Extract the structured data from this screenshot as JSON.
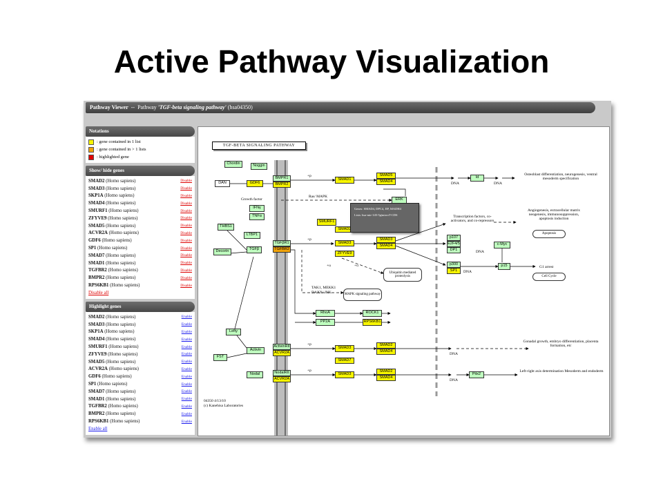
{
  "slide": {
    "title": "Active Pathway Visualization"
  },
  "titlebar": {
    "app_name": "Pathway Viewer",
    "separator": "--",
    "prefix": "Pathway",
    "pathway_name": "'TGF-beta signaling pathway'",
    "pathway_id": "(hsa04350)"
  },
  "notations": {
    "header": "Notations",
    "items": [
      {
        "label": ": gene contained in 1 list",
        "color": "#f7f500"
      },
      {
        "label": ": gene contained in > 1 lists",
        "color": "#f0a30a"
      },
      {
        "label": ": highlighted gene",
        "color": "#e00000"
      }
    ]
  },
  "show_hide": {
    "header": "Show/ hide genes",
    "toggle_label": "Disable",
    "all_label": "Disable all",
    "genes": [
      {
        "symbol": "SMAD2",
        "species": "(Homo sapiens)"
      },
      {
        "symbol": "SMAD3",
        "species": "(Homo sapiens)"
      },
      {
        "symbol": "SKP1A",
        "species": "(Homo sapiens)"
      },
      {
        "symbol": "SMAD4",
        "species": "(Homo sapiens)"
      },
      {
        "symbol": "SMURF1",
        "species": "(Homo sapiens)"
      },
      {
        "symbol": "ZFYVE9",
        "species": "(Homo sapiens)"
      },
      {
        "symbol": "SMAD5",
        "species": "(Homo sapiens)"
      },
      {
        "symbol": "ACVR2A",
        "species": "(Homo sapiens)"
      },
      {
        "symbol": "GDF6",
        "species": "(Homo sapiens)"
      },
      {
        "symbol": "SP1",
        "species": "(Homo sapiens)"
      },
      {
        "symbol": "SMAD7",
        "species": "(Homo sapiens)"
      },
      {
        "symbol": "SMAD1",
        "species": "(Homo sapiens)"
      },
      {
        "symbol": "TGFBR2",
        "species": "(Homo sapiens)"
      },
      {
        "symbol": "BMPR2",
        "species": "(Homo sapiens)"
      },
      {
        "symbol": "RPS6KB1",
        "species": "(Homo sapiens)"
      }
    ]
  },
  "highlight": {
    "header": "Highlight genes",
    "toggle_label": "Enable",
    "all_label": "Enable all",
    "genes": [
      {
        "symbol": "SMAD2",
        "species": "(Homo sapiens)"
      },
      {
        "symbol": "SMAD3",
        "species": "(Homo sapiens)"
      },
      {
        "symbol": "SKP1A",
        "species": "(Homo sapiens)"
      },
      {
        "symbol": "SMAD4",
        "species": "(Homo sapiens)"
      },
      {
        "symbol": "SMURF1",
        "species": "(Homo sapiens)"
      },
      {
        "symbol": "ZFYVE9",
        "species": "(Homo sapiens)"
      },
      {
        "symbol": "SMAD5",
        "species": "(Homo sapiens)"
      },
      {
        "symbol": "ACVR2A",
        "species": "(Homo sapiens)"
      },
      {
        "symbol": "GDF6",
        "species": "(Homo sapiens)"
      },
      {
        "symbol": "SP1",
        "species": "(Homo sapiens)"
      },
      {
        "symbol": "SMAD7",
        "species": "(Homo sapiens)"
      },
      {
        "symbol": "SMAD1",
        "species": "(Homo sapiens)"
      },
      {
        "symbol": "TGFBR2",
        "species": "(Homo sapiens)"
      },
      {
        "symbol": "BMPR2",
        "species": "(Homo sapiens)"
      },
      {
        "symbol": "RPS6KB1",
        "species": "(Homo sapiens)"
      }
    ]
  },
  "pathway": {
    "title": "TGF-BETA SIGNALING PATHWAY",
    "footer_id": "04350 4/13/10",
    "footer_copyright": "(c) Kanehisa Laboratories",
    "tooltip_genes": "Genes: SMAD4, DPC4, JIP, MADH4",
    "tooltip_lists": "Lists: hsa-mir-145-5p|mirroT-CDS",
    "nodes": {
      "chordin": "Chordin",
      "noggin": "Noggin",
      "dan": "DAN",
      "gdf6": "GDF6",
      "bmpr1": "BMPR1",
      "bmpr2": "BMPR2",
      "smad1": "SMAD1",
      "smad5": "SMAD5",
      "smad4_top": "SMAD4",
      "erk": "ERK",
      "ifng": "IFNγ",
      "tnfa": "TNFα",
      "thbs1": "THBS1",
      "smurf1": "SMURF1",
      "ltbp1": "LTBP1",
      "decorin": "Decorin",
      "tgfb": "TGFβ",
      "tgfbr1": "TGFβR1",
      "tgfbr2": "TGFBR2",
      "smad2": "SMAD2",
      "smad3_mid": "SMAD3",
      "zfyve9": "ZFYVE9",
      "smad3_r": "SMAD3",
      "smad4_r": "SMAD4",
      "id": "Id",
      "p107": "p107",
      "e2f45": "E2F4/5",
      "dp1": "DP1",
      "cmyc": "c-Myc",
      "p300": "p300",
      "sp1": "SP1",
      "p15": "p15",
      "rhoa": "RhoA",
      "rock1": "ROCK1",
      "pp2a": "PP2A",
      "rps6kb1": "RPS6KB1",
      "lefty": "Lefty",
      "fst": "FST",
      "activin": "Activin",
      "nodal": "Nodal",
      "actrii": "ActivinRII",
      "acvr2a": "ACVR2A",
      "nodalr": "NodalRII",
      "acvr2a_b": "ACVR2A",
      "smad3_b": "SMAD3",
      "smad7": "SMAD7",
      "smad2_b": "SMAD2",
      "smad4_b": "SMAD4",
      "smad3_c": "SMAD3",
      "smad2_c": "SMAD2",
      "smad4_c": "SMAD4",
      "pitx2": "Pitx2"
    },
    "labels": {
      "growth_factor": "Growth factor",
      "ras_mapk": "Ras/ MAPK",
      "tak1": "TAK1, MEKK1",
      "daxx": "DAXX/ JNK",
      "mapk": "MAPK signaling pathway",
      "ubiq": "Ubiquitin mediated proteolysis",
      "apoptosis": "Apoptosis",
      "cellcycle": "Cell Cycle",
      "g1": "G1 arrest",
      "dna1": "DNA",
      "dna2": "DNA",
      "dna3": "DNA",
      "dna4": "DNA",
      "dna5": "DNA",
      "dna6": "DNA",
      "osteo": "Osteoblast differentiation, neurogenesis, ventral mesoderm specification",
      "angio": "Angiogenesis, extracellular matrix neogenesis, immunosuppression, apoptosis induction",
      "tf": "Transcription factors, co-activators, and co-repressors",
      "gonadal": "Gonadal growth, embryo differentiation, placenta formation, etc",
      "leftright": "Left-right axis determination Mesoderm and endoderm",
      "p": "+p",
      "u": "+u"
    }
  }
}
